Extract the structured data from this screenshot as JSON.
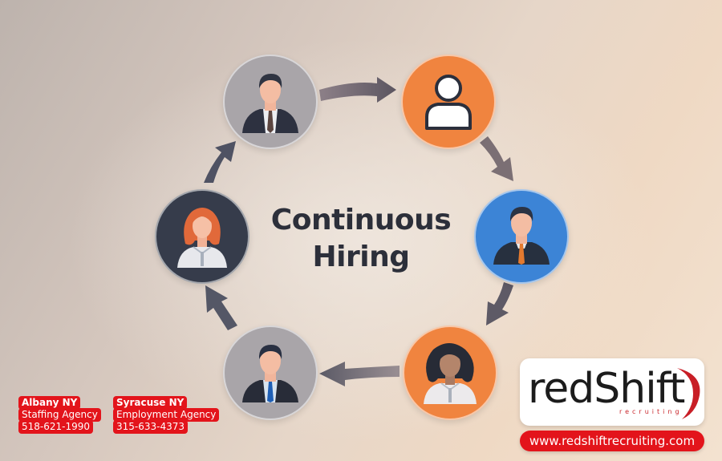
{
  "title": {
    "line1": "Continuous",
    "line2": "Hiring"
  },
  "cycle": {
    "nodes": [
      {
        "id": "top-left",
        "icon": "businessman-brown-tie-icon",
        "bg": "#a9a5a9"
      },
      {
        "id": "top-right",
        "icon": "person-outline-icon",
        "bg": "#f0843f"
      },
      {
        "id": "right",
        "icon": "businessman-orange-tie-icon",
        "bg": "#3c84d6"
      },
      {
        "id": "bottom-right",
        "icon": "woman-curly-hair-icon",
        "bg": "#f0843f"
      },
      {
        "id": "bottom-left",
        "icon": "businessman-blue-tie-icon",
        "bg": "#a9a5a9"
      },
      {
        "id": "left",
        "icon": "woman-red-hair-icon",
        "bg": "#363c4b"
      }
    ],
    "arrow_color": "#5d5a66",
    "direction": "clockwise"
  },
  "contacts": [
    {
      "city": "Albany NY",
      "type": "Staffing Agency",
      "phone": "518-621-1990"
    },
    {
      "city": "Syracuse NY",
      "type": "Employment Agency",
      "phone": "315-633-4373"
    }
  ],
  "brand": {
    "name": "redShift",
    "tagline": "recruiting",
    "url": "www.redshiftrecruiting.com",
    "accent": "#e3141b"
  }
}
